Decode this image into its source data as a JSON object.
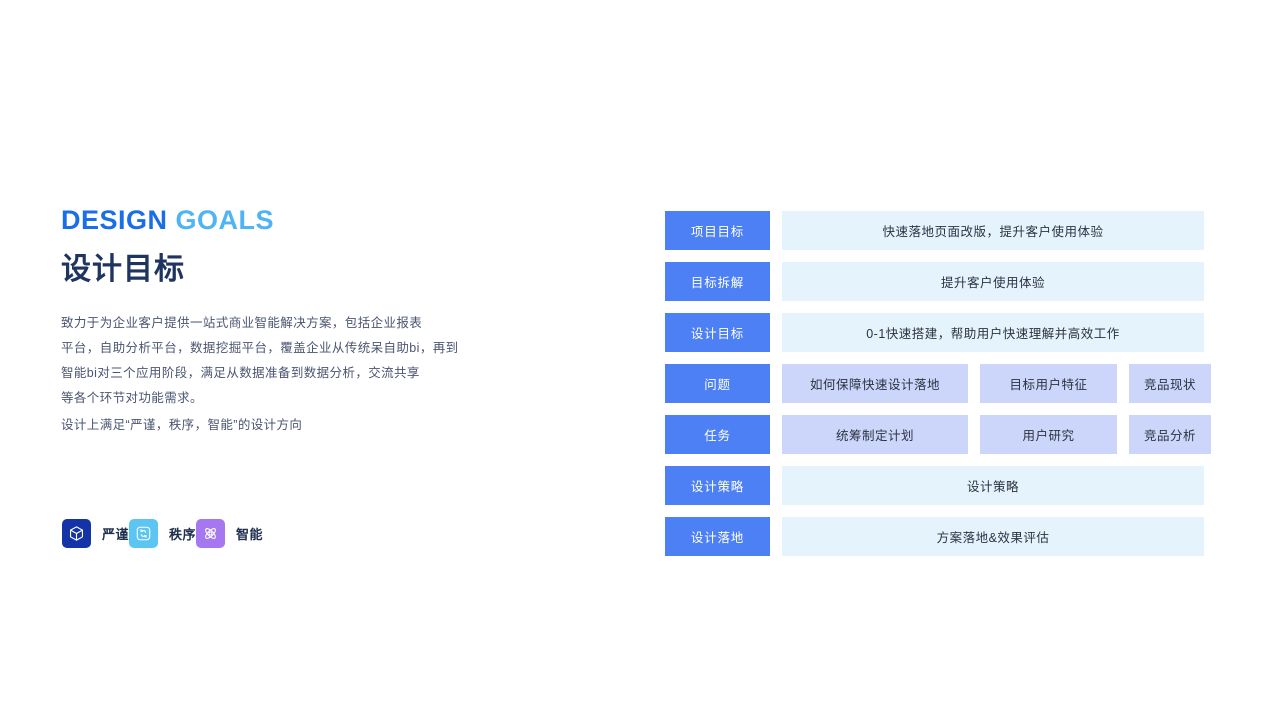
{
  "left": {
    "eyebrow_primary": "DESIGN",
    "eyebrow_secondary": "GOALS",
    "heading": "设计目标",
    "paragraph_lines": [
      "致力于为企业客户提供一站式商业智能解决方案，包括企业报表",
      "平台，自助分析平台，数据挖掘平台，覆盖企业从传统呆自助bi，再到",
      "智能bi对三个应用阶段，满足从数据准备到数据分析，交流共享",
      "等各个环节对功能需求。",
      "设计上满足“严谨，秩序，智能”的设计方向"
    ],
    "badges": [
      {
        "label": "严谨",
        "icon": "cube-icon",
        "bg": "#1333a6",
        "fg": "#ffffff"
      },
      {
        "label": "秩序",
        "icon": "sync-icon",
        "bg": "#5cc5f2",
        "fg": "#ffffff"
      },
      {
        "label": "智能",
        "icon": "atom-icon",
        "bg": "#a678ef",
        "fg": "#ffffff"
      }
    ]
  },
  "colors": {
    "eyebrow_primary": "#1a6ee8",
    "eyebrow_secondary": "#4fb4f6",
    "heading": "#1f3560",
    "body_text": "#4a5570",
    "label_blue": "#4d80f5",
    "cell_light": "#e4f3fc",
    "cell_lavender": "#cbd6fa",
    "cell_text": "#2c3242"
  },
  "matrix": {
    "rows": [
      {
        "label": "项目目标",
        "layout": "single",
        "tone": "light",
        "cells": [
          "快速落地页面改版，提升客户使用体验"
        ]
      },
      {
        "label": "目标拆解",
        "layout": "single",
        "tone": "light",
        "cells": [
          "提升客户使用体验"
        ]
      },
      {
        "label": "设计目标",
        "layout": "single",
        "tone": "light",
        "cells": [
          "0-1快速搭建，帮助用户快速理解并高效工作"
        ]
      },
      {
        "label": "问题",
        "layout": "triple",
        "tone": "lavender",
        "cells": [
          "如何保障快速设计落地",
          "目标用户特征",
          "竞品现状"
        ]
      },
      {
        "label": "任务",
        "layout": "triple",
        "tone": "lavender",
        "cells": [
          "统筹制定计划",
          "用户研究",
          "竞品分析"
        ]
      },
      {
        "label": "设计策略",
        "layout": "single",
        "tone": "light",
        "cells": [
          "设计策略"
        ]
      },
      {
        "label": "设计落地",
        "layout": "single",
        "tone": "light",
        "cells": [
          "方案落地&效果评估"
        ]
      }
    ]
  }
}
